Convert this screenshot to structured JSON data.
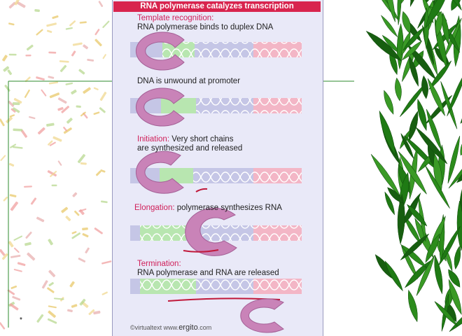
{
  "title": "RNA polymerase catalyzes transcription",
  "stages": [
    {
      "name": "Template recognition:",
      "desc": "RNA polymerase binds to duplex DNA"
    },
    {
      "name": "",
      "desc": "DNA is unwound at promoter"
    },
    {
      "name": "Initiation:",
      "desc": "Very short chains",
      "desc2": "are synthesized and released"
    },
    {
      "name": "Elongation:",
      "desc": "polymerase synthesizes RNA"
    },
    {
      "name": "Termination:",
      "desc": "RNA polymerase and RNA are released"
    }
  ],
  "footer": {
    "copyright": "©virtualtext",
    "site_prefix": "www.",
    "brand": "ergito",
    "site_suffix": ".com"
  },
  "marker": "*",
  "colors": {
    "title_bg": "#d8244e",
    "stage_label": "#d0205a",
    "dna_blue": "#c5c6e6",
    "dna_green": "#b8e6b0",
    "dna_pink": "#f3b6c6",
    "polymerase": "#c983b8",
    "rna": "#c0183a",
    "leaf": "#1f7a14",
    "guide_line": "#2e8b2e"
  }
}
